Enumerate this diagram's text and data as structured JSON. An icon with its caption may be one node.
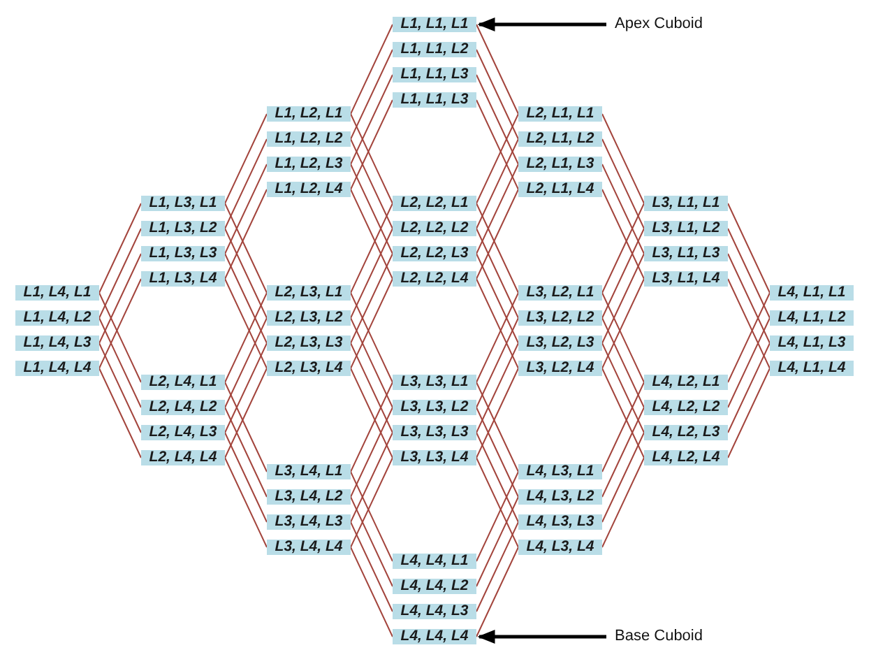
{
  "diagram": {
    "nodes": [
      {
        "text": [
          "L1, L1, L1"
        ]
      },
      {
        "text": [
          "L1, L1, L2"
        ]
      },
      {
        "text": [
          "L1, L1, L3"
        ]
      },
      {
        "text": [
          "L1, L1, L3"
        ]
      },
      {
        "text": [
          "L1, L2, L1"
        ]
      },
      {
        "text": [
          "L1, L2, L2"
        ]
      },
      {
        "text": [
          "L1, L2, L3"
        ]
      },
      {
        "text": [
          "L1, L2, L4"
        ]
      },
      {
        "text": [
          "L2, L1, L1"
        ]
      },
      {
        "text": [
          "L2, L1, L2"
        ]
      },
      {
        "text": [
          "L2, L1, L3"
        ]
      },
      {
        "text": [
          "L2, L1, L4"
        ]
      },
      {
        "text": [
          "L1, L3, L1"
        ]
      },
      {
        "text": [
          "L1, L3, L2"
        ]
      },
      {
        "text": [
          "L1, L3, L3"
        ]
      },
      {
        "text": [
          "L1, L3, L4"
        ]
      },
      {
        "text": [
          "L2, L2, L1"
        ]
      },
      {
        "text": [
          "L2, L2, L2"
        ]
      },
      {
        "text": [
          "L2, L2, L3"
        ]
      },
      {
        "text": [
          "L2, L2, L4"
        ]
      },
      {
        "text": [
          "L3, L1, L1"
        ]
      },
      {
        "text": [
          "L3, L1, L2"
        ]
      },
      {
        "text": [
          "L3, L1, L3"
        ]
      },
      {
        "text": [
          "L3, L1, L4"
        ]
      },
      {
        "text": [
          "L1, L4, L1"
        ]
      },
      {
        "text": [
          "L1, L4, L2"
        ]
      },
      {
        "text": [
          "L1, L4, L3"
        ]
      },
      {
        "text": [
          "L1, L4, L4"
        ]
      },
      {
        "text": [
          "L2, L3, L1"
        ]
      },
      {
        "text": [
          "L2, L3, L2"
        ]
      },
      {
        "text": [
          "L2, L3, L3"
        ]
      },
      {
        "text": [
          "L2, L3, L4"
        ]
      },
      {
        "text": [
          "L3, L2, L1"
        ]
      },
      {
        "text": [
          "L3, L2, L2"
        ]
      },
      {
        "text": [
          "L3, L2, L3"
        ]
      },
      {
        "text": [
          "L3, L2, L4"
        ]
      },
      {
        "text": [
          "L4, L1, L1"
        ]
      },
      {
        "text": [
          "L4, L1, L2"
        ]
      },
      {
        "text": [
          "L4, L1, L3"
        ]
      },
      {
        "text": [
          "L4, L1, L4"
        ]
      },
      {
        "text": [
          "L2, L4, L1"
        ]
      },
      {
        "text": [
          "L2, L4, L2"
        ]
      },
      {
        "text": [
          "L2, L4, L3"
        ]
      },
      {
        "text": [
          "L2, L4, L4"
        ]
      },
      {
        "text": [
          "L3, L3, L1"
        ]
      },
      {
        "text": [
          "L3, L3, L2"
        ]
      },
      {
        "text": [
          "L3, L3, L3"
        ]
      },
      {
        "text": [
          "L3, L3, L4"
        ]
      },
      {
        "text": [
          "L4, L2, L1"
        ]
      },
      {
        "text": [
          "L4, L2, L2"
        ]
      },
      {
        "text": [
          "L4, L2, L3"
        ]
      },
      {
        "text": [
          "L4, L2, L4"
        ]
      },
      {
        "text": [
          "L3, L4, L1"
        ]
      },
      {
        "text": [
          "L3, L4, L2"
        ]
      },
      {
        "text": [
          "L3, L4, L3"
        ]
      },
      {
        "text": [
          "L3, L4, L4"
        ]
      },
      {
        "text": [
          "L4, L3, L1"
        ]
      },
      {
        "text": [
          "L4, L3, L2"
        ]
      },
      {
        "text": [
          "L4, L3, L3"
        ]
      },
      {
        "text": [
          "L4, L3, L4"
        ]
      },
      {
        "text": [
          "L4, L4, L1"
        ]
      },
      {
        "text": [
          "L4, L4, L2"
        ]
      },
      {
        "text": [
          "L4, L4, L3"
        ]
      },
      {
        "text": [
          "L4, L4, L4"
        ]
      },
      {
        "text": [
          "Apex Cuboid"
        ]
      },
      {
        "text": [
          "Base Cuboid"
        ]
      }
    ],
    "edges": [
      {
        "from": 0,
        "to": 4,
        "arrow": "none"
      },
      {
        "from": 1,
        "to": 5,
        "arrow": "none"
      },
      {
        "from": 2,
        "to": 6,
        "arrow": "none"
      },
      {
        "from": 3,
        "to": 7,
        "arrow": "none"
      },
      {
        "from": 0,
        "to": 8,
        "arrow": "none"
      },
      {
        "from": 1,
        "to": 9,
        "arrow": "none"
      },
      {
        "from": 2,
        "to": 10,
        "arrow": "none"
      },
      {
        "from": 3,
        "to": 11,
        "arrow": "none"
      },
      {
        "from": 4,
        "to": 12,
        "arrow": "none"
      },
      {
        "from": 5,
        "to": 13,
        "arrow": "none"
      },
      {
        "from": 6,
        "to": 14,
        "arrow": "none"
      },
      {
        "from": 7,
        "to": 15,
        "arrow": "none"
      },
      {
        "from": 4,
        "to": 16,
        "arrow": "none"
      },
      {
        "from": 5,
        "to": 17,
        "arrow": "none"
      },
      {
        "from": 6,
        "to": 18,
        "arrow": "none"
      },
      {
        "from": 7,
        "to": 19,
        "arrow": "none"
      },
      {
        "from": 8,
        "to": 16,
        "arrow": "none"
      },
      {
        "from": 9,
        "to": 17,
        "arrow": "none"
      },
      {
        "from": 10,
        "to": 18,
        "arrow": "none"
      },
      {
        "from": 11,
        "to": 19,
        "arrow": "none"
      },
      {
        "from": 8,
        "to": 20,
        "arrow": "none"
      },
      {
        "from": 9,
        "to": 21,
        "arrow": "none"
      },
      {
        "from": 10,
        "to": 22,
        "arrow": "none"
      },
      {
        "from": 11,
        "to": 23,
        "arrow": "none"
      },
      {
        "from": 12,
        "to": 24,
        "arrow": "none"
      },
      {
        "from": 13,
        "to": 25,
        "arrow": "none"
      },
      {
        "from": 14,
        "to": 26,
        "arrow": "none"
      },
      {
        "from": 15,
        "to": 27,
        "arrow": "none"
      },
      {
        "from": 12,
        "to": 28,
        "arrow": "none"
      },
      {
        "from": 13,
        "to": 29,
        "arrow": "none"
      },
      {
        "from": 14,
        "to": 30,
        "arrow": "none"
      },
      {
        "from": 15,
        "to": 31,
        "arrow": "none"
      },
      {
        "from": 16,
        "to": 28,
        "arrow": "none"
      },
      {
        "from": 17,
        "to": 29,
        "arrow": "none"
      },
      {
        "from": 18,
        "to": 30,
        "arrow": "none"
      },
      {
        "from": 19,
        "to": 31,
        "arrow": "none"
      },
      {
        "from": 16,
        "to": 32,
        "arrow": "none"
      },
      {
        "from": 17,
        "to": 33,
        "arrow": "none"
      },
      {
        "from": 18,
        "to": 34,
        "arrow": "none"
      },
      {
        "from": 19,
        "to": 35,
        "arrow": "none"
      },
      {
        "from": 20,
        "to": 32,
        "arrow": "none"
      },
      {
        "from": 21,
        "to": 33,
        "arrow": "none"
      },
      {
        "from": 22,
        "to": 34,
        "arrow": "none"
      },
      {
        "from": 23,
        "to": 35,
        "arrow": "none"
      },
      {
        "from": 20,
        "to": 36,
        "arrow": "none"
      },
      {
        "from": 21,
        "to": 37,
        "arrow": "none"
      },
      {
        "from": 22,
        "to": 38,
        "arrow": "none"
      },
      {
        "from": 23,
        "to": 39,
        "arrow": "none"
      },
      {
        "from": 24,
        "to": 40,
        "arrow": "none"
      },
      {
        "from": 25,
        "to": 41,
        "arrow": "none"
      },
      {
        "from": 26,
        "to": 42,
        "arrow": "none"
      },
      {
        "from": 27,
        "to": 43,
        "arrow": "none"
      },
      {
        "from": 28,
        "to": 40,
        "arrow": "none"
      },
      {
        "from": 29,
        "to": 41,
        "arrow": "none"
      },
      {
        "from": 30,
        "to": 42,
        "arrow": "none"
      },
      {
        "from": 31,
        "to": 43,
        "arrow": "none"
      },
      {
        "from": 28,
        "to": 44,
        "arrow": "none"
      },
      {
        "from": 29,
        "to": 45,
        "arrow": "none"
      },
      {
        "from": 30,
        "to": 46,
        "arrow": "none"
      },
      {
        "from": 31,
        "to": 47,
        "arrow": "none"
      },
      {
        "from": 32,
        "to": 44,
        "arrow": "none"
      },
      {
        "from": 33,
        "to": 45,
        "arrow": "none"
      },
      {
        "from": 34,
        "to": 46,
        "arrow": "none"
      },
      {
        "from": 35,
        "to": 47,
        "arrow": "none"
      },
      {
        "from": 32,
        "to": 48,
        "arrow": "none"
      },
      {
        "from": 33,
        "to": 49,
        "arrow": "none"
      },
      {
        "from": 34,
        "to": 50,
        "arrow": "none"
      },
      {
        "from": 35,
        "to": 51,
        "arrow": "none"
      },
      {
        "from": 36,
        "to": 48,
        "arrow": "none"
      },
      {
        "from": 37,
        "to": 49,
        "arrow": "none"
      },
      {
        "from": 38,
        "to": 50,
        "arrow": "none"
      },
      {
        "from": 39,
        "to": 51,
        "arrow": "none"
      },
      {
        "from": 40,
        "to": 52,
        "arrow": "none"
      },
      {
        "from": 41,
        "to": 53,
        "arrow": "none"
      },
      {
        "from": 42,
        "to": 54,
        "arrow": "none"
      },
      {
        "from": 43,
        "to": 55,
        "arrow": "none"
      },
      {
        "from": 44,
        "to": 52,
        "arrow": "none"
      },
      {
        "from": 45,
        "to": 53,
        "arrow": "none"
      },
      {
        "from": 46,
        "to": 54,
        "arrow": "none"
      },
      {
        "from": 47,
        "to": 55,
        "arrow": "none"
      },
      {
        "from": 44,
        "to": 56,
        "arrow": "none"
      },
      {
        "from": 45,
        "to": 57,
        "arrow": "none"
      },
      {
        "from": 46,
        "to": 58,
        "arrow": "none"
      },
      {
        "from": 47,
        "to": 59,
        "arrow": "none"
      },
      {
        "from": 48,
        "to": 56,
        "arrow": "none"
      },
      {
        "from": 49,
        "to": 57,
        "arrow": "none"
      },
      {
        "from": 50,
        "to": 58,
        "arrow": "none"
      },
      {
        "from": 51,
        "to": 59,
        "arrow": "none"
      },
      {
        "from": 52,
        "to": 60,
        "arrow": "none"
      },
      {
        "from": 53,
        "to": 61,
        "arrow": "none"
      },
      {
        "from": 54,
        "to": 62,
        "arrow": "none"
      },
      {
        "from": 55,
        "to": 63,
        "arrow": "none"
      },
      {
        "from": 56,
        "to": 60,
        "arrow": "none"
      },
      {
        "from": 57,
        "to": 61,
        "arrow": "none"
      },
      {
        "from": 58,
        "to": 62,
        "arrow": "none"
      },
      {
        "from": 59,
        "to": 63,
        "arrow": "none"
      },
      {
        "from": 64,
        "to": 0,
        "arrow": "to",
        "style": "thick",
        "color": "#000000"
      },
      {
        "from": 65,
        "to": 63,
        "arrow": "to",
        "style": "thick",
        "color": "#000000"
      }
    ]
  }
}
